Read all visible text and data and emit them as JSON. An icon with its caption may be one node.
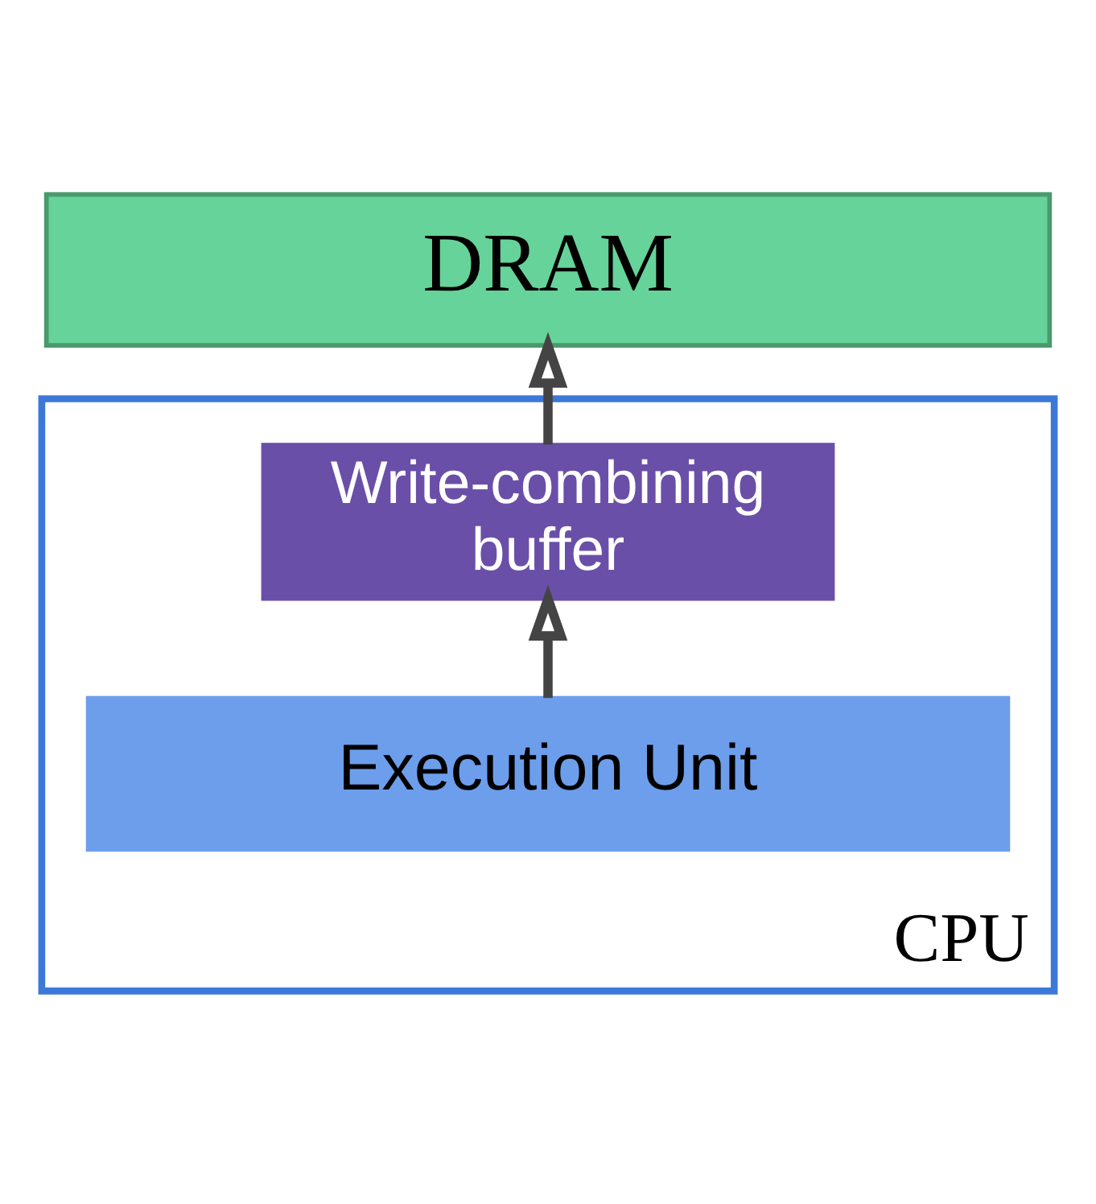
{
  "diagram": {
    "nodes": [
      {
        "text": [
          "DRAM"
        ]
      },
      {
        "text": [
          "CPU"
        ]
      },
      {
        "text": [
          "Write-combining buffer"
        ],
        "in": 1
      },
      {
        "text": [
          "Execution Unit"
        ],
        "in": 1
      }
    ],
    "edges": [
      {
        "from": 3,
        "to": 2,
        "arrow": "to"
      },
      {
        "from": 2,
        "to": 0,
        "arrow": "to"
      }
    ]
  }
}
